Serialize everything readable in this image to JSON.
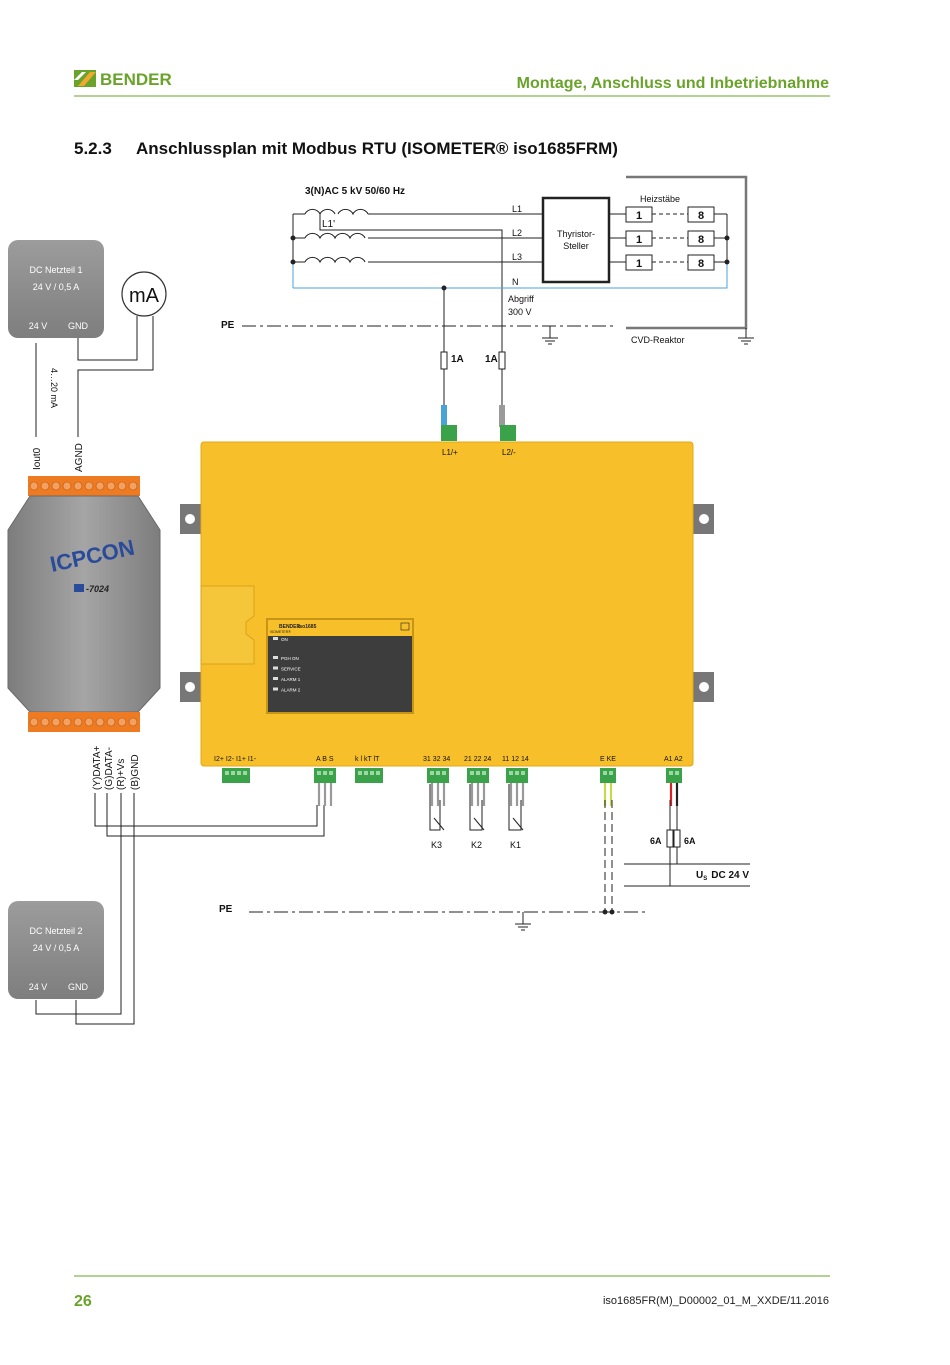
{
  "header": {
    "brand": "BENDER",
    "chapter_title": "Montage, Anschluss und Inbetriebnahme"
  },
  "section": {
    "number": "5.2.3",
    "title": "Anschlussplan mit Modbus RTU (ISOMETER® iso1685FRM)"
  },
  "network": {
    "supply_label": "3(N)AC   5 kV   50/60 Hz",
    "phase_l1_prime": "L1'",
    "phases": [
      "L1",
      "L2",
      "L3",
      "N"
    ],
    "thyristor": [
      "Thyristor-",
      "Steller"
    ],
    "heaters_label": "Heizstäbe",
    "heater_start": "1",
    "heater_end": "8",
    "tap": [
      "Abgriff",
      "300 V"
    ],
    "reactor": "CVD-Reaktor",
    "pe": "PE",
    "fuse": "1A"
  },
  "psu1": {
    "title": "DC Netzteil 1",
    "rating": "24 V / 0,5 A",
    "pos": "24 V",
    "neg": "GND"
  },
  "psu2": {
    "title": "DC Netzteil 2",
    "rating": "24 V / 0,5 A",
    "pos": "24 V",
    "neg": "GND"
  },
  "meter": {
    "unit": "mA",
    "range": "4…20 mA"
  },
  "icpcon": {
    "logo": "ICPCON",
    "model": "-7024",
    "out_labels": [
      "Iout0",
      "AGND"
    ],
    "bus_labels": [
      "(Y)DATA+",
      "(G)DATA-",
      "(R)+Vs",
      "(B)GND"
    ]
  },
  "device": {
    "brand": "BENDER",
    "model": "iso1685",
    "sub": "ISOMETER®",
    "leds": [
      "ON",
      "PGH ON",
      "SERVICE",
      "ALARM 1",
      "ALARM 2"
    ],
    "top_terminals": [
      "L1/+",
      "L2/-"
    ],
    "bottom_terminals": [
      "I2+ I2- I1+ I1-",
      "A B S",
      "k l kT lT",
      "31 32 34",
      "21 22 24",
      "11 12 14",
      "E  KE",
      "A1 A2"
    ],
    "relays": [
      "K3",
      "K2",
      "K1"
    ],
    "fuse_a": "6A",
    "fuse_b": "6A",
    "us_symbol": "U",
    "us_sub": "S",
    "us_value": "DC 24 V"
  },
  "footer": {
    "page": "26",
    "doc_id": "iso1685FR(M)_D00002_01_M_XXDE/11.2016"
  },
  "colors": {
    "accent_green": "#6aa32a",
    "device_yellow": "#f7bf2a",
    "gray_box": "#8c8c8c",
    "terminal_orange": "#ee7a22",
    "terminal_green": "#3aa34a",
    "wire_blue": "#4aa3d8"
  }
}
